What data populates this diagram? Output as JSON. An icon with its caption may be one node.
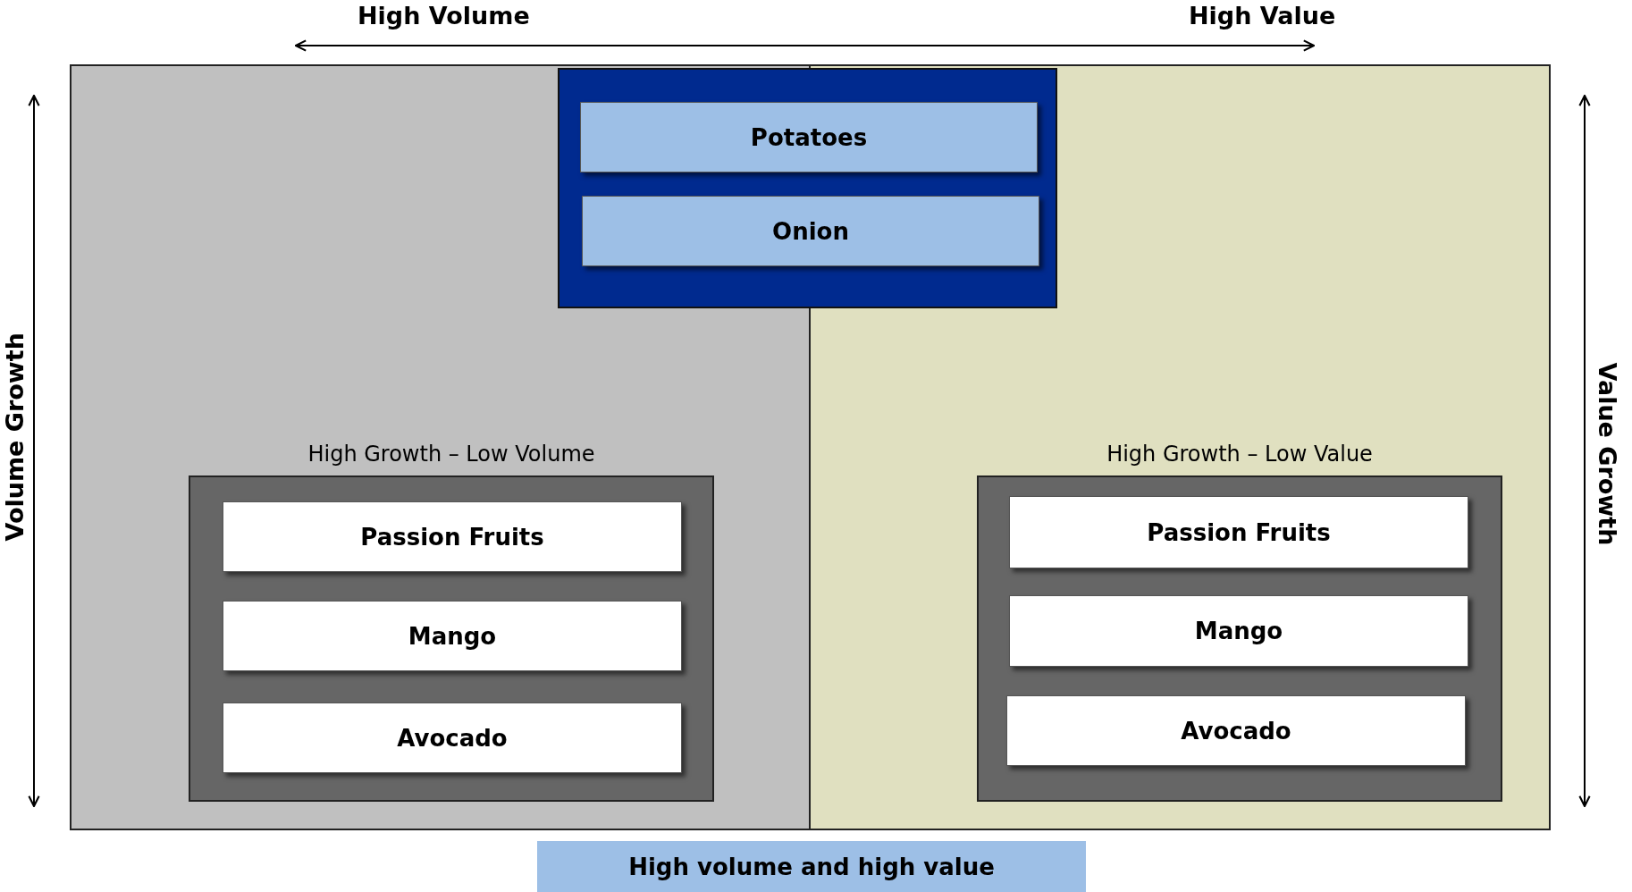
{
  "diagram": {
    "nodes": [
      {
        "text": [],
        "shape": "box"
      },
      {
        "text": [
          "Potatoes"
        ],
        "in": 0
      },
      {
        "text": [
          "Onion"
        ],
        "in": 0
      },
      {
        "text": [
          "High Growth – Low Volume"
        ]
      },
      {
        "text": [
          "Passion Fruits"
        ],
        "in": 3
      },
      {
        "text": [
          "Mango"
        ],
        "in": 3
      },
      {
        "text": [
          "Avocado"
        ],
        "in": 3
      },
      {
        "text": [
          "High Growth – Low Value"
        ]
      },
      {
        "text": [
          "Passion Fruits"
        ],
        "in": 7
      },
      {
        "text": [
          "Mango"
        ],
        "in": 7
      },
      {
        "text": [
          "Avocado"
        ],
        "in": 7
      },
      {
        "text": [
          "High volume and high value"
        ]
      }
    ],
    "labels": [
      "High Volume",
      "High Value",
      "Volume Growth",
      "Value Growth"
    ]
  }
}
